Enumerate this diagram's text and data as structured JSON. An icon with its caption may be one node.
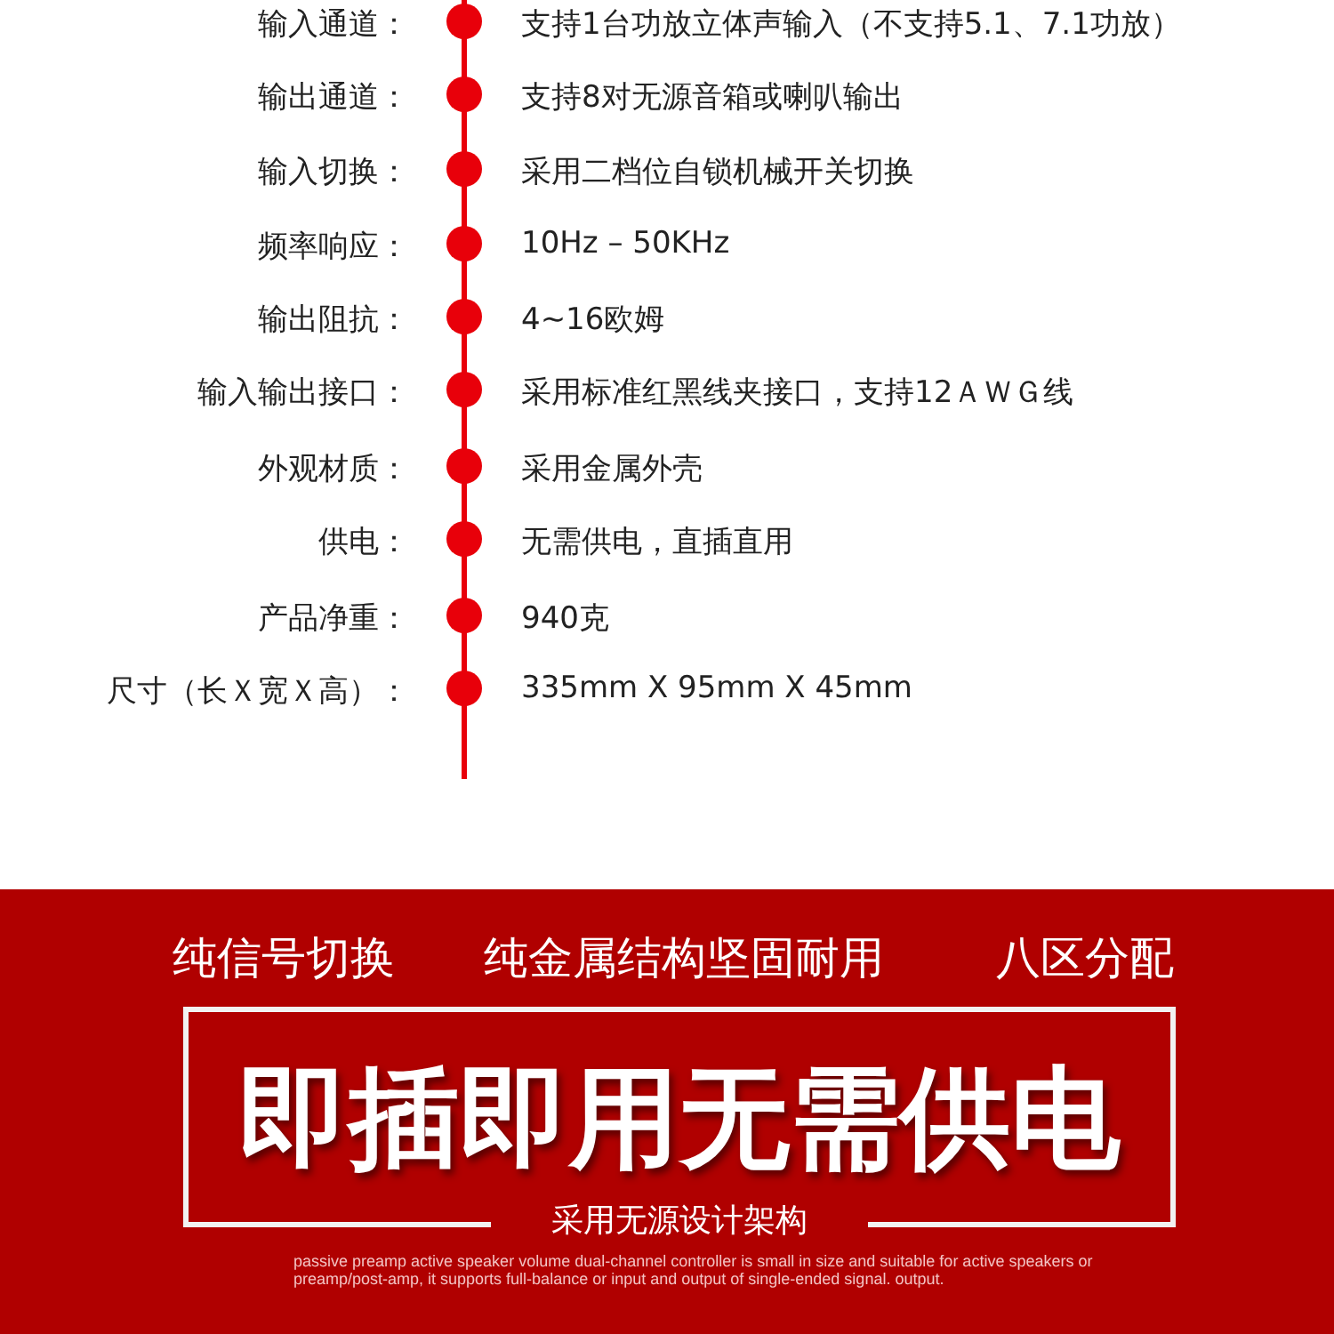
{
  "diagram": {
    "nodes": [
      {
        "text": [
          "即插即用无需供电",
          "采用无源设计架构"
        ]
      }
    ],
    "labels": [
      "输入通道：",
      "支持1台功放立体声输入（不支持5.1、7.1功放）",
      "输出通道：",
      "支持8对无源音箱或喇叭输出",
      "输入切换：",
      "采用二档位自锁机械开关切换",
      "频率响应：",
      "10Hz – 50KHz",
      "输出阻抗：",
      "4~16欧姆",
      "输入输出接口：",
      "采用标准红黑线夹接口，支持12ＡＷＧ线",
      "外观材质：",
      "采用金属外壳",
      "供电：",
      "无需供电，直插直用",
      "产品净重：",
      "940克",
      "尺寸（长Ｘ宽Ｘ高）：",
      "335mm X 95mm X 45mm",
      "纯信号切换",
      "纯金属结构坚固耐用",
      "八区分配",
      "passive preamp active speaker volume dual-channel controller is small in size and suitable for active speakers or preamp/post-amp, it supports full-balance or input and output of single-ended signal. output."
    ]
  }
}
